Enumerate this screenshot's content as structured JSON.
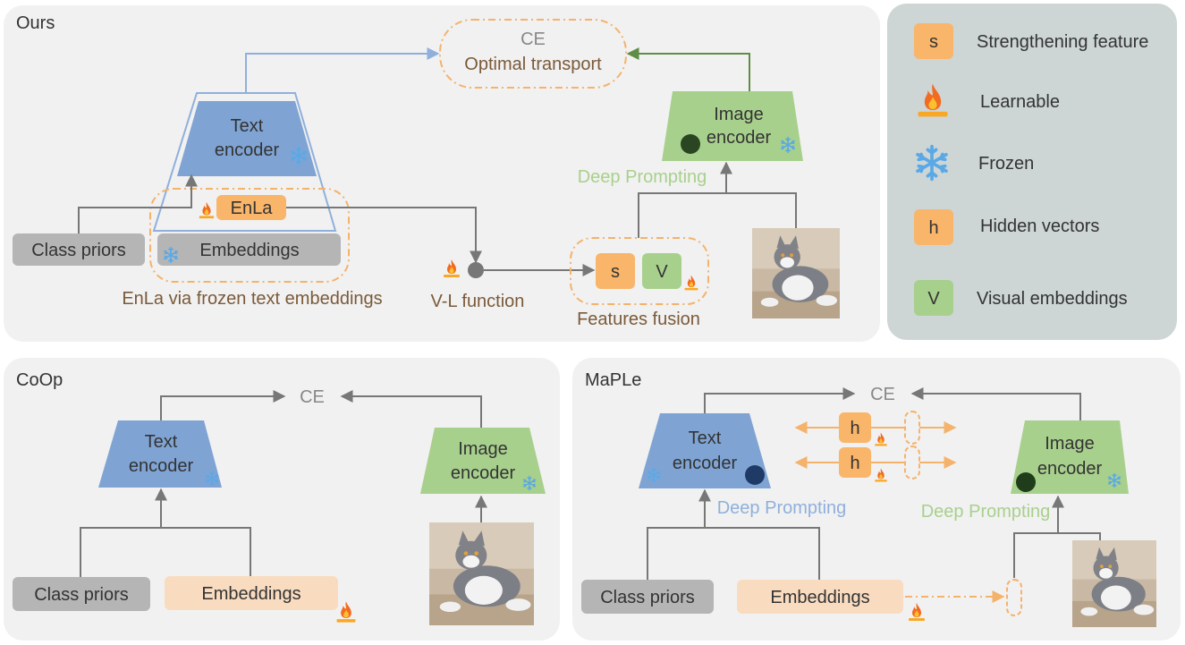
{
  "panels": {
    "ours": {
      "label": "Ours",
      "ce": "CE",
      "optimal_transport": "Optimal transport",
      "text_encoder": [
        "Text",
        "encoder"
      ],
      "image_encoder": [
        "Image",
        "encoder"
      ],
      "deep_prompting": "Deep Prompting",
      "enla": "EnLa",
      "class_priors": "Class priors",
      "embeddings": "Embeddings",
      "enla_caption": "EnLa via frozen text embeddings",
      "vl_function": "V-L function",
      "fusion_s": "s",
      "fusion_v": "V",
      "features_fusion": "Features fusion"
    },
    "coop": {
      "label": "CoOp",
      "ce": "CE",
      "text_encoder": [
        "Text",
        "encoder"
      ],
      "image_encoder": [
        "Image",
        "encoder"
      ],
      "class_priors": "Class priors",
      "embeddings": "Embeddings"
    },
    "maple": {
      "label": "MaPLe",
      "ce": "CE",
      "text_encoder": [
        "Text",
        "encoder"
      ],
      "image_encoder": [
        "Image",
        "encoder"
      ],
      "deep_prompting_text": "Deep Prompting",
      "deep_prompting_image": "Deep Prompting",
      "h1": "h",
      "h2": "h",
      "class_priors": "Class priors",
      "embeddings": "Embeddings"
    }
  },
  "legend": {
    "items": [
      {
        "symbol": "s",
        "label": "Strengthening feature"
      },
      {
        "symbol": "flame-icon",
        "label": "Learnable"
      },
      {
        "symbol": "snowflake-icon",
        "label": "Frozen"
      },
      {
        "symbol": "h",
        "label": "Hidden vectors"
      },
      {
        "symbol": "V",
        "label": "Visual embeddings"
      }
    ]
  },
  "colors": {
    "panel_bg": "#f1f1f1",
    "legend_bg": "#cdd5d5",
    "text_encoder": "#7fa4d4",
    "image_encoder": "#a8d08d",
    "orange_box": "#f9b56a",
    "orange_dash": "#f4b26b",
    "gray_box": "#b5b5b5",
    "peach_box": "#f9dcc0",
    "green_arrow": "#5f8d45",
    "blue_arrow": "#8fb0dc"
  }
}
